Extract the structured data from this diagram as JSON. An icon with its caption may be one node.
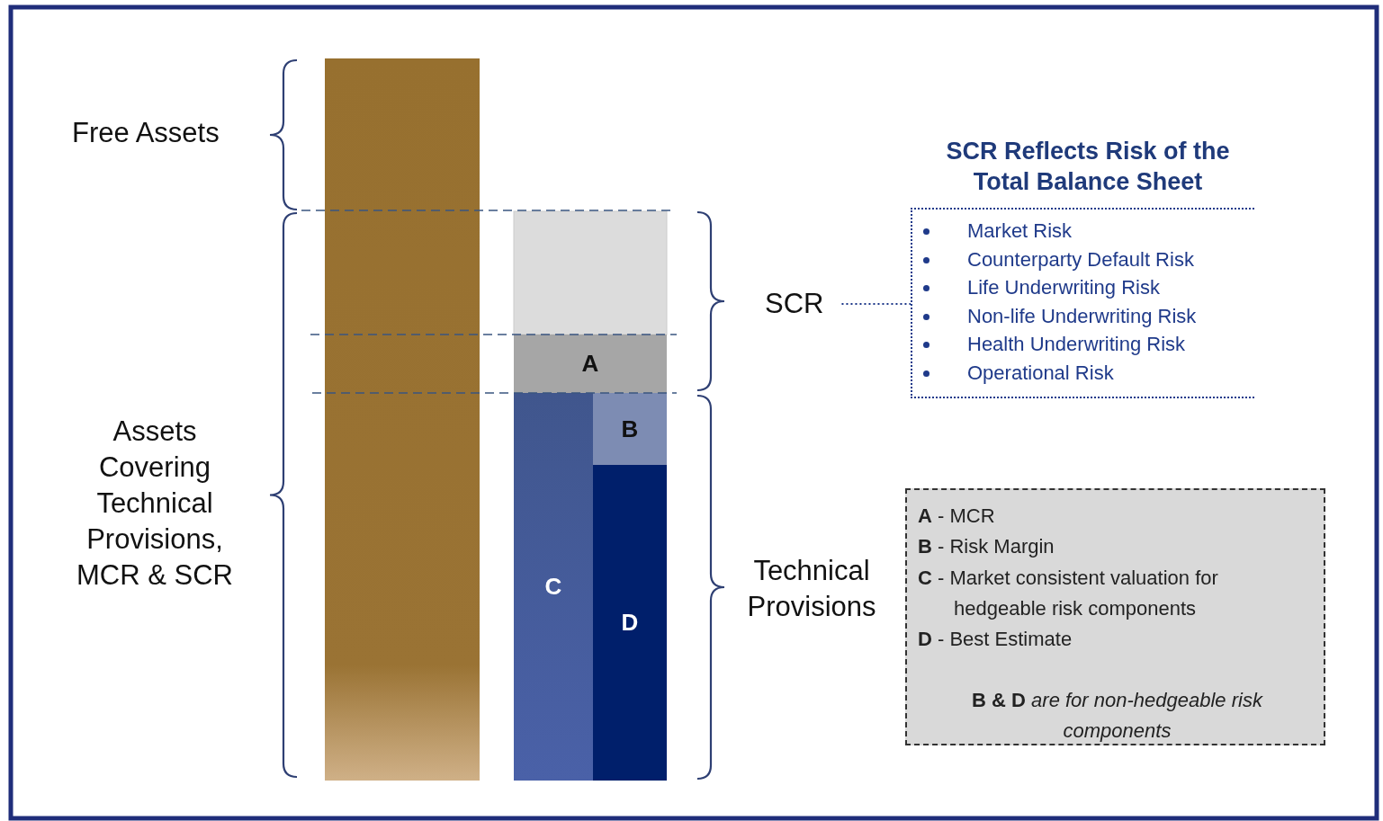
{
  "diagram": {
    "nodes": [
      {
        "text": [],
        "shape": "bar"
      },
      {
        "text": [],
        "shape": "box"
      },
      {
        "text": [
          "A"
        ]
      },
      {
        "text": [
          "B"
        ]
      },
      {
        "text": [
          "C"
        ]
      },
      {
        "text": [
          "D"
        ]
      },
      {
        "text": [
          "SCR"
        ]
      },
      {
        "text": [
          "SCR Reflects Risk of the Total Balance Sheet",
          "Market Risk",
          "Counterparty Default Risk",
          "Life Underwriting Risk",
          "Non-life Underwriting Risk",
          "Health Underwriting Risk",
          "Operational Risk"
        ]
      },
      {
        "text": [
          "**A** - MCR",
          "**B** - Risk Margin",
          "**C** - Market consistent valuation for hedgeable risk components",
          "**D** - Best Estimate",
          "**B & D** *are for non-hedgeable risk components*"
        ]
      }
    ],
    "edges": [
      {
        "from": 6,
        "to": 7,
        "arrow": "none",
        "style": "dashed"
      }
    ],
    "labels": [
      "Free Assets",
      "Assets Covering Technical Provisions, MCR & SCR",
      "Technical Provisions"
    ]
  }
}
